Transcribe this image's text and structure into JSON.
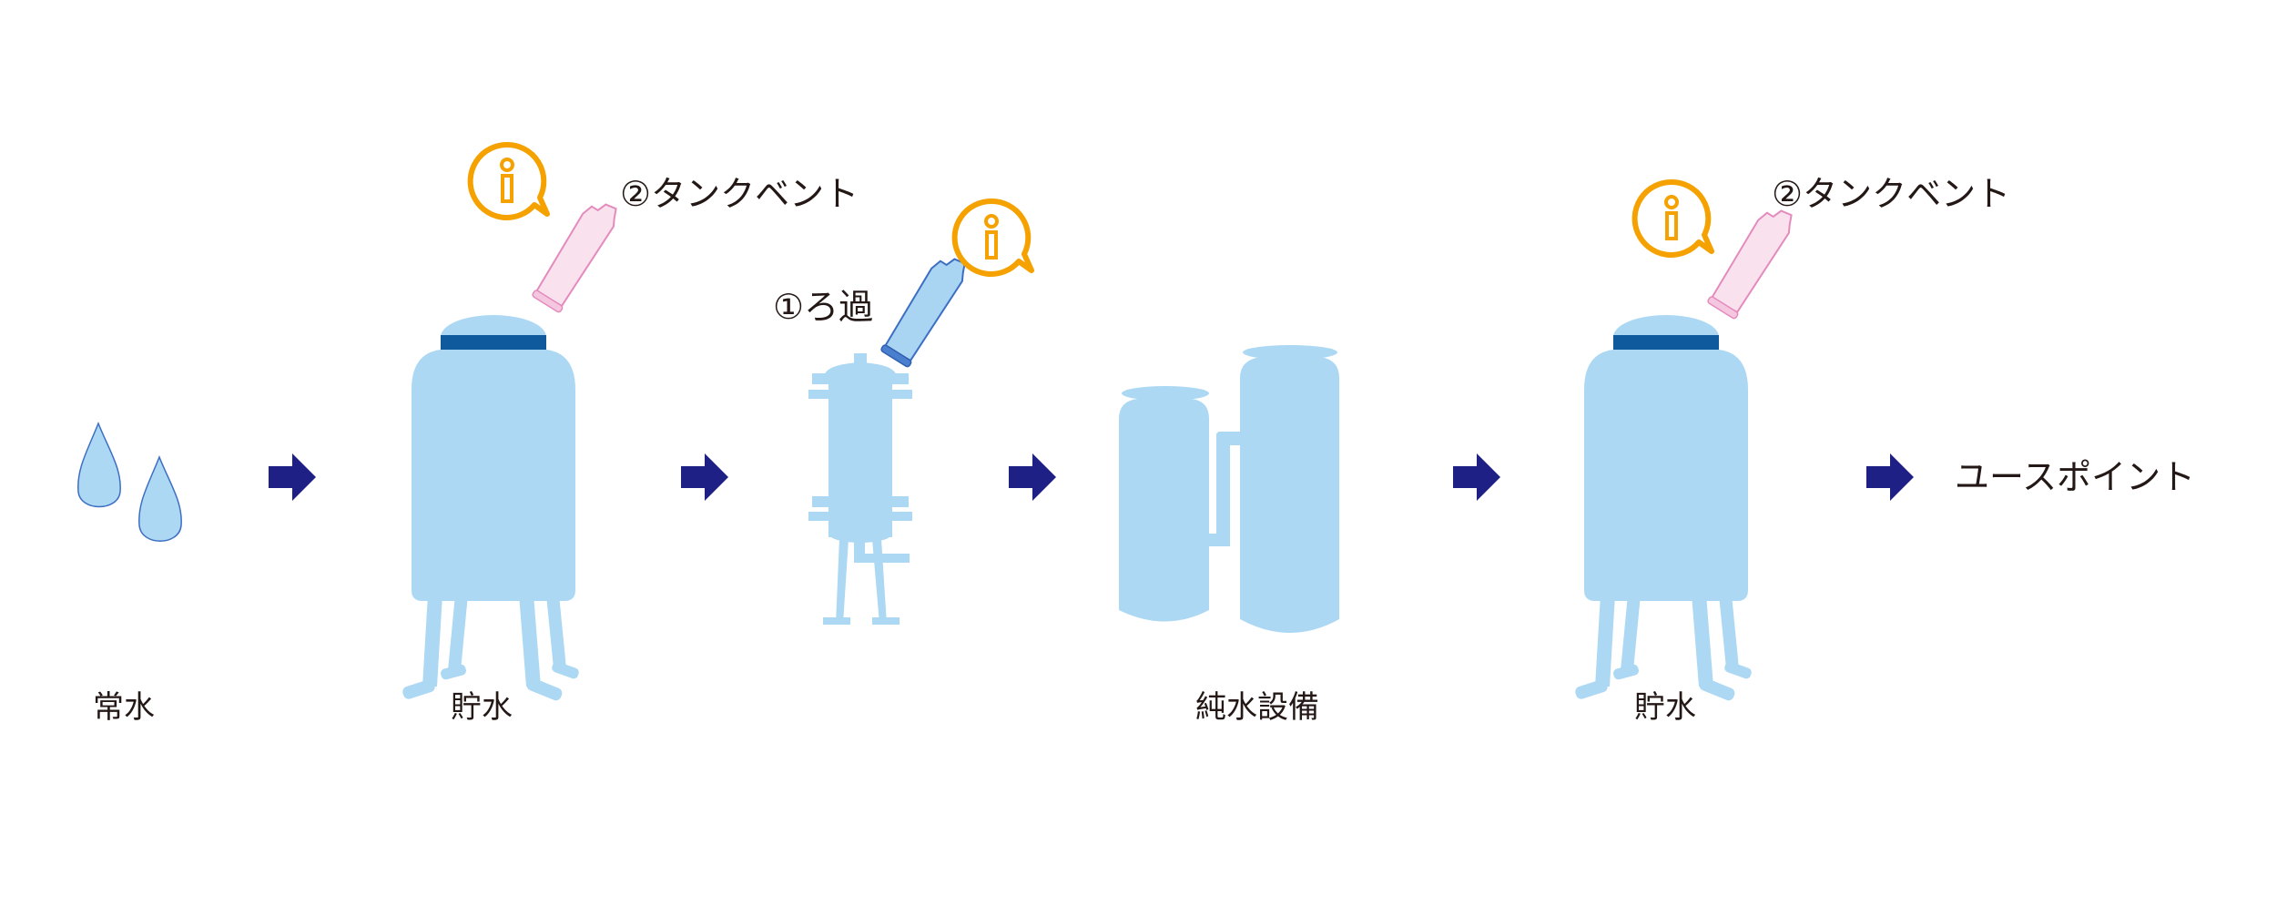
{
  "stages": [
    {
      "label": "常水"
    },
    {
      "label": "貯水"
    },
    {
      "label": "純水設備"
    },
    {
      "label": "貯水"
    }
  ],
  "end_label": "ユースポイント",
  "callouts": {
    "vent_1": "②タンクベント",
    "filtration": "①ろ過",
    "vent_2": "②タンクベント"
  },
  "colors": {
    "water": "#acd8f4",
    "arrow": "#1f2086",
    "info": "#f5a100",
    "vent_cartridge": "#f9e1ee",
    "filter_cartridge": "#a9d4f2",
    "tank_band": "#0f5a9c"
  },
  "icons": [
    "water-drop-icon",
    "arrow-right-icon",
    "info-bubble-icon",
    "tank-icon",
    "filter-housing-icon",
    "cartridge-icon"
  ]
}
